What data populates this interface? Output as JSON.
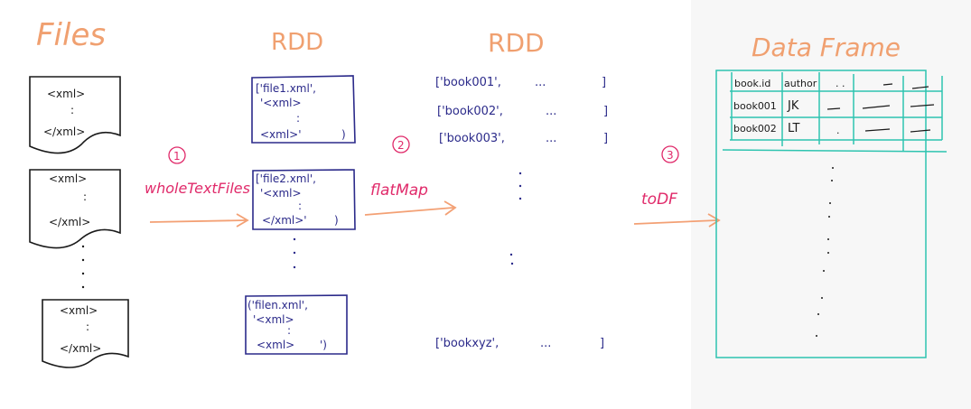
{
  "colors": {
    "title": "#f0a070",
    "ink": "#1a1a1a",
    "rdd": "#2b2a8a",
    "step": "#e02a6a",
    "arrow": "#f3a074",
    "grid": "#2ec4b0"
  },
  "titles": {
    "files": "Files",
    "rdd1": "RDD",
    "rdd2": "RDD",
    "dataframe": "Data Frame"
  },
  "files": [
    {
      "lines": [
        "<xml>",
        ":",
        "</xml>"
      ]
    },
    {
      "lines": [
        "<xml>",
        ":",
        "</xml>"
      ]
    },
    {
      "lines": [
        "<xml>",
        ":",
        "</xml>"
      ]
    }
  ],
  "rdd_boxes": [
    {
      "lines": [
        "['file1.xml',",
        "'<xml>",
        ":",
        "<xml>'",
        ")"
      ]
    },
    {
      "lines": [
        "['file2.xml',",
        "'<xml>",
        ":",
        "</xml>'",
        ")"
      ]
    },
    {
      "lines": [
        "('filen.xml',",
        "'<xml>",
        ":",
        "<xml>",
        "')"
      ]
    }
  ],
  "steps": [
    {
      "number": "1",
      "label": "wholeTextFiles"
    },
    {
      "number": "2",
      "label": "flatMap"
    },
    {
      "number": "3",
      "label": "toDF"
    }
  ],
  "records": [
    {
      "open": "['book001',",
      "rest": "...",
      "close": "]"
    },
    {
      "open": "['book002',",
      "rest": "...",
      "close": "]"
    },
    {
      "open": "['book003',",
      "rest": "...",
      "close": "]"
    },
    {
      "open": "['bookxyz',",
      "rest": "...",
      "close": "]"
    }
  ],
  "table": {
    "headers": [
      "book.id",
      "author"
    ],
    "rows": [
      [
        "book001",
        "JK"
      ],
      [
        "book002",
        "LT"
      ]
    ]
  }
}
